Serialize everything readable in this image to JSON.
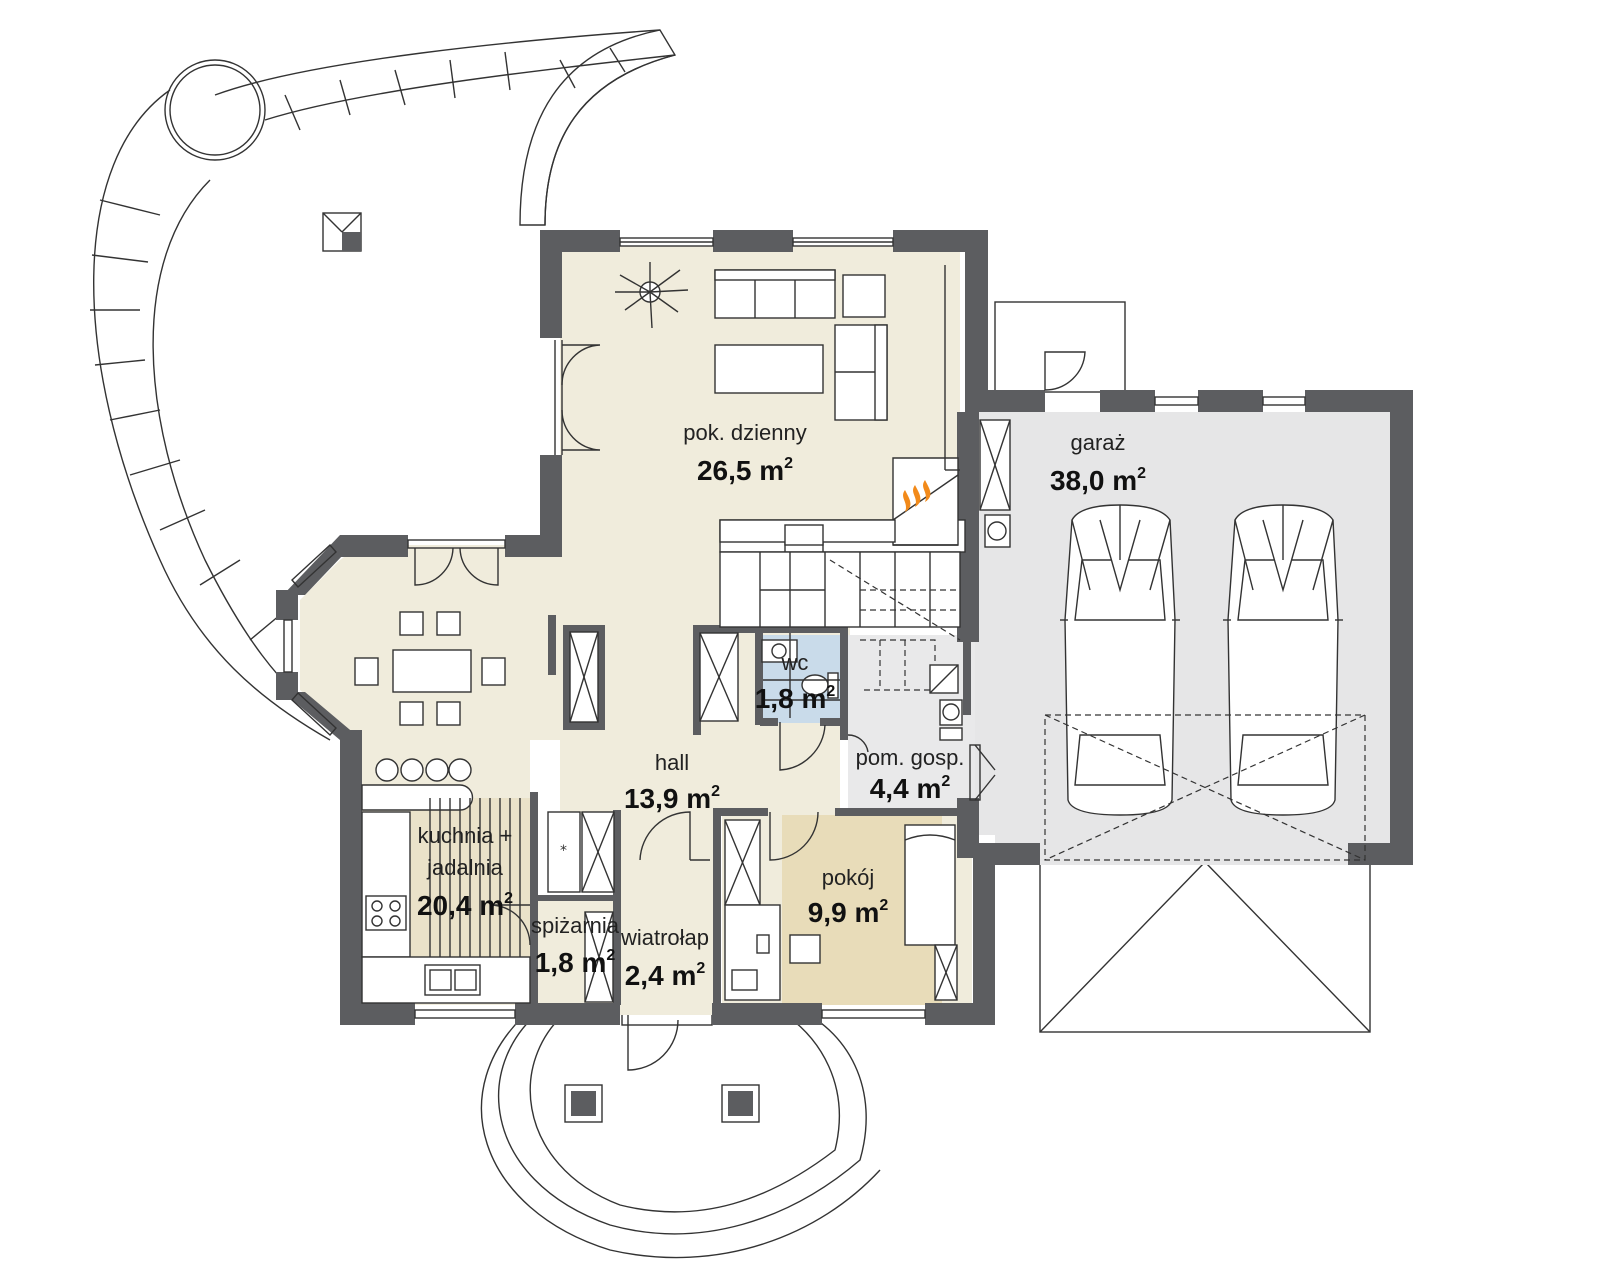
{
  "plan": {
    "colors": {
      "wall": "#5c5d60",
      "living": "#f0ecdc",
      "garage": "#e6e6e7",
      "utility": "#e9e9ea",
      "wc": "#c9dbea",
      "room": "#e8dcb9",
      "kitchen_floor": "#eae2c9"
    },
    "rooms": [
      {
        "key": "living",
        "name": "pok. dzienny",
        "area": "26,5 m",
        "sup": "2"
      },
      {
        "key": "garage",
        "name": "garaż",
        "area": "38,0 m",
        "sup": "2"
      },
      {
        "key": "wc",
        "name": "wc",
        "area": "1,8 m",
        "sup": "2"
      },
      {
        "key": "utility",
        "name": "pom. gosp.",
        "area": "4,4 m",
        "sup": "2"
      },
      {
        "key": "hall",
        "name": "hall",
        "area": "13,9 m",
        "sup": "2"
      },
      {
        "key": "kitchen",
        "name": "kuchnia +",
        "name2": "jadalnia",
        "area": "20,4 m",
        "sup": "2"
      },
      {
        "key": "pantry",
        "name": "spiżarnia",
        "area": "1,8 m",
        "sup": "2"
      },
      {
        "key": "vestibule",
        "name": "wiatrołap",
        "area": "2,4 m",
        "sup": "2"
      },
      {
        "key": "room",
        "name": "pokój",
        "area": "9,9 m",
        "sup": "2"
      }
    ]
  }
}
